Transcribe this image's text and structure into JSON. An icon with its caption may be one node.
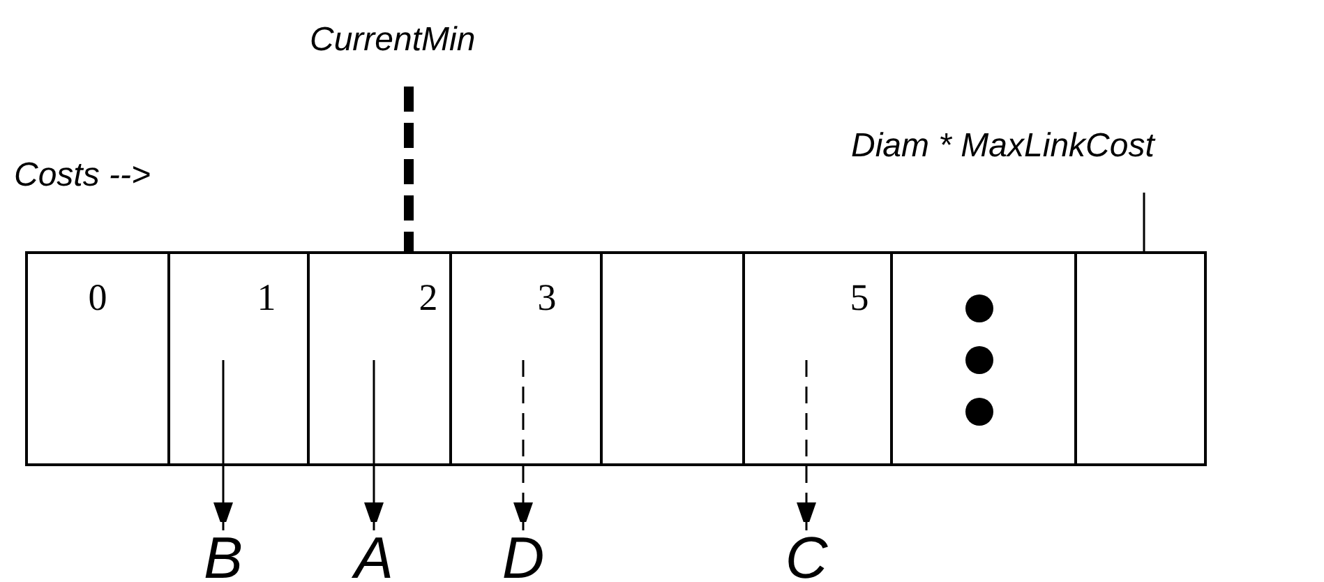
{
  "diagram": {
    "nodes": [
      {
        "text": [
          "CurrentMin"
        ]
      },
      {
        "text": [
          "Diam * MaxLinkCost"
        ]
      },
      {
        "text": [
          "0"
        ]
      },
      {
        "text": [
          "1"
        ]
      },
      {
        "text": [
          "2"
        ]
      },
      {
        "text": [
          "3"
        ]
      },
      {
        "text": [],
        "shape": "box"
      },
      {
        "text": [
          "5"
        ]
      },
      {
        "text": [],
        "shape": "box"
      },
      {
        "text": [],
        "shape": "box"
      },
      {
        "text": [
          "B"
        ]
      },
      {
        "text": [
          "A"
        ]
      },
      {
        "text": [
          "D"
        ]
      },
      {
        "text": [
          "C"
        ]
      }
    ],
    "edges": [
      {
        "from": 0,
        "to": 4,
        "arrow": "none",
        "style": "dashed"
      },
      {
        "from": 1,
        "to": 9,
        "arrow": "none"
      },
      {
        "from": 3,
        "to": 10,
        "arrow": "to"
      },
      {
        "from": 4,
        "to": 11,
        "arrow": "to"
      },
      {
        "from": 5,
        "to": 12,
        "arrow": "to",
        "style": "dashed"
      },
      {
        "from": 7,
        "to": 13,
        "arrow": "to",
        "style": "dashed"
      }
    ],
    "labels": [
      "Costs -->"
    ]
  }
}
